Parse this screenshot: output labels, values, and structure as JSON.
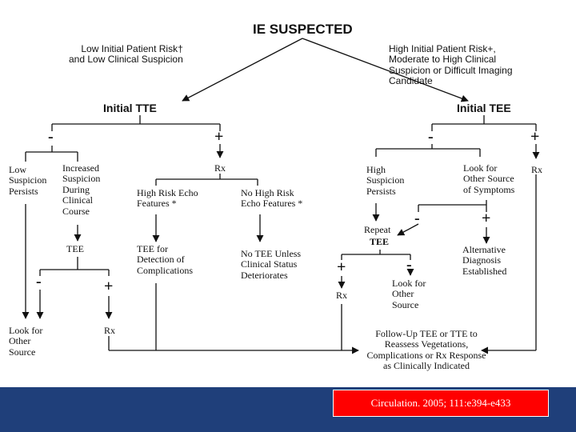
{
  "title": "IE SUSPECTED",
  "left_condition": "Low Initial Patient Risk†\nand Low Clinical Suspicion",
  "right_condition": "High Initial Patient Risk+,\nModerate to High Clinical\nSuspicion or Difficult Imaging\nCandidate",
  "initial_tte": "Initial TTE",
  "initial_tee": "Initial TEE",
  "tte_branch": {
    "minus": "-",
    "plus": "+",
    "low_suspicion": "Low\nSuspicion\nPersists",
    "increased_suspicion": "Increased\nSuspicion\nDuring\nClinical\nCourse",
    "tee": "TEE",
    "tee_minus": "-",
    "tee_plus": "+",
    "look_other_source": "Look for\nOther\nSource",
    "rx_small": "Rx",
    "rx": "Rx",
    "high_risk_echo": "High Risk Echo\nFeatures *",
    "no_high_risk_echo": "No High Risk\nEcho Features *",
    "tee_detection": "TEE for\nDetection of\nComplications",
    "no_tee_unless": "No TEE Unless\nClinical Status\nDeteriorates"
  },
  "tee_branch": {
    "minus": "-",
    "plus": "+",
    "rx": "Rx",
    "high_suspicion": "High\nSuspicion\nPersists",
    "look_other_symptoms": "Look for\nOther Source\nof Symptoms",
    "repeat_tee_1": "Repeat",
    "repeat_tee_2": "TEE",
    "sym_minus": "-",
    "sym_plus": "+",
    "alt_diagnosis": "Alternative\nDiagnosis\nEstablished",
    "repeat_plus": "+",
    "repeat_minus": "-",
    "rx_small": "Rx",
    "look_other_source": "Look for\nOther\nSource"
  },
  "follow_up": "Follow-Up TEE or TTE to\nReassess Vegetations,\nComplications or Rx Response\nas Clinically Indicated",
  "citation": "Circulation. 2005; 111:e394-e433",
  "colors": {
    "footer": "#1f3f7a",
    "citation_bg": "#ff0000",
    "line": "#111111"
  }
}
